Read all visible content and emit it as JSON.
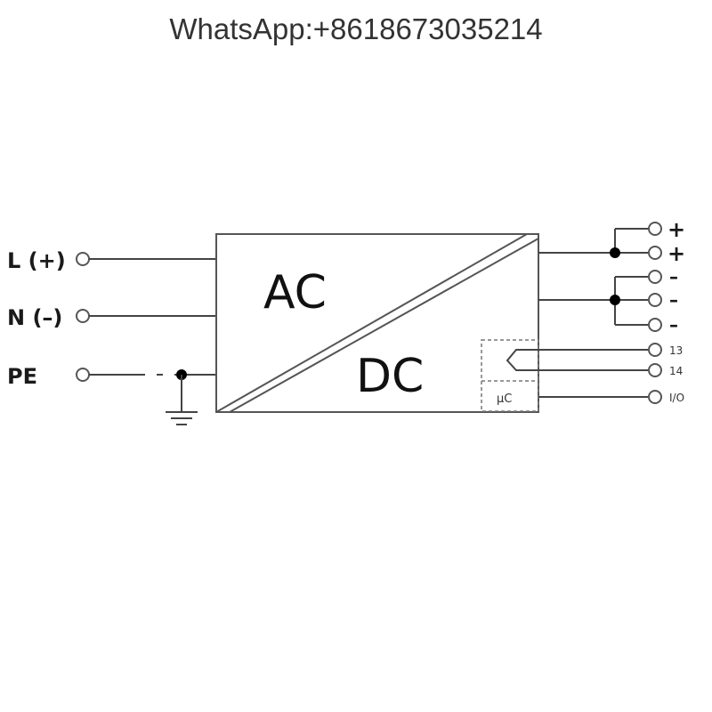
{
  "watermark": "WhatsApp:+8618673035214",
  "inputs": {
    "l_label": "L (+)",
    "n_label": "N (–)",
    "pe_label": "PE"
  },
  "block": {
    "ac_label": "AC",
    "dc_label": "DC",
    "uc_label": "µC"
  },
  "outputs": {
    "plus_1": "+",
    "plus_2": "+",
    "minus_1": "–",
    "minus_2": "–",
    "minus_3": "–",
    "relay_13": "13",
    "relay_14": "14",
    "io": "I/O"
  }
}
